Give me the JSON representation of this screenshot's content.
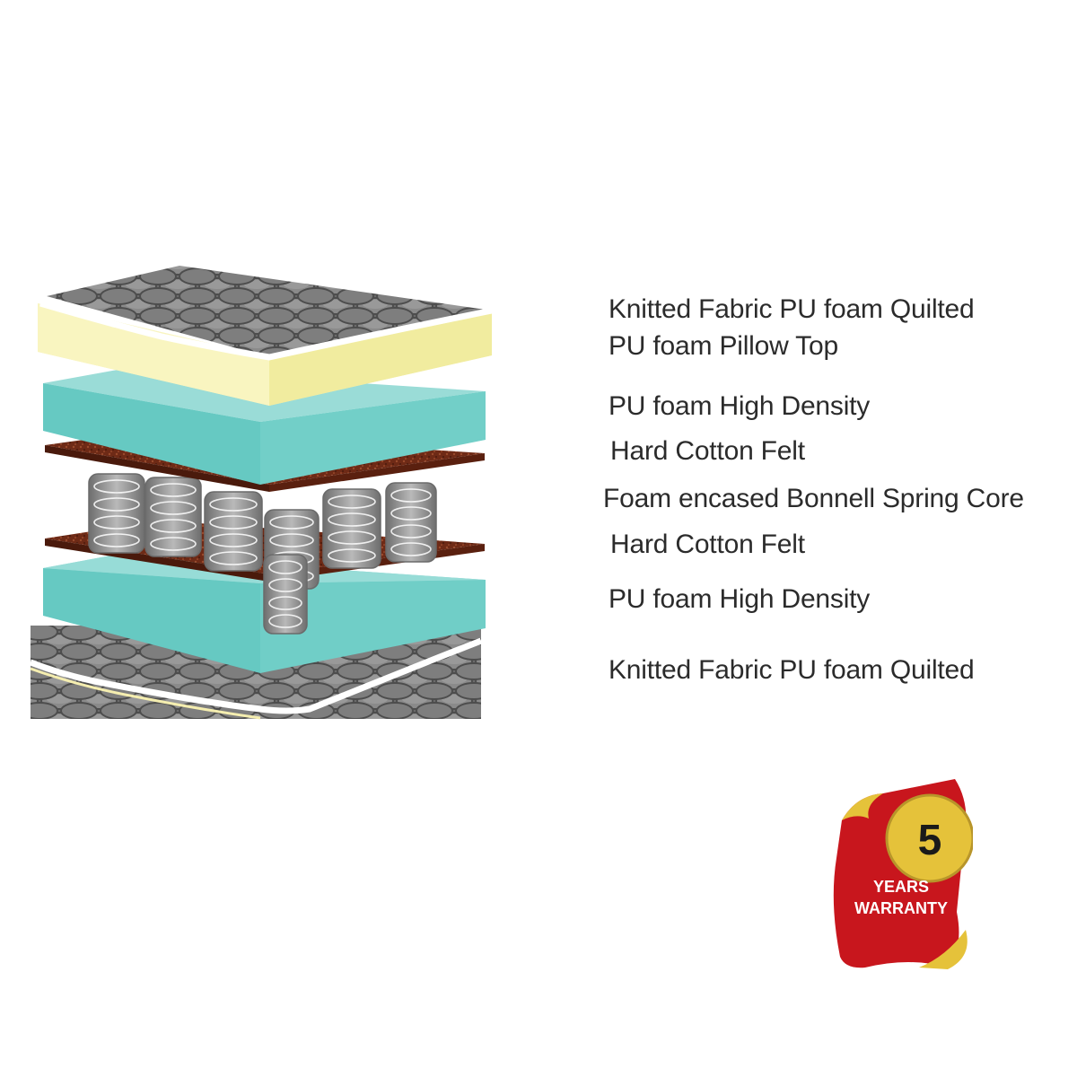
{
  "layers": [
    {
      "id": "top-quilted",
      "label_line1": "Knitted Fabric PU foam Quilted",
      "label_line2": "PU foam Pillow Top",
      "color": "#f7f3b4"
    },
    {
      "id": "hd-foam-top",
      "label": "PU foam High Density",
      "color": "#6fcbc5"
    },
    {
      "id": "felt-top",
      "label": "Hard Cotton Felt",
      "color": "#6e2a16"
    },
    {
      "id": "spring-core",
      "label": "Foam encased Bonnell Spring Core",
      "color": "#9a9a9a"
    },
    {
      "id": "felt-bottom",
      "label": "Hard Cotton Felt",
      "color": "#6e2a16"
    },
    {
      "id": "hd-foam-bottom",
      "label": "PU foam High Density",
      "color": "#6fcbc5"
    },
    {
      "id": "bottom-quilted",
      "label": "Knitted Fabric PU foam Quilted",
      "color": "#6a6a6a"
    }
  ],
  "warranty": {
    "years": "5",
    "line1": "YEARS",
    "line2": "WARRANTY",
    "color": "#c8161d",
    "gold": "#e5c23a"
  }
}
